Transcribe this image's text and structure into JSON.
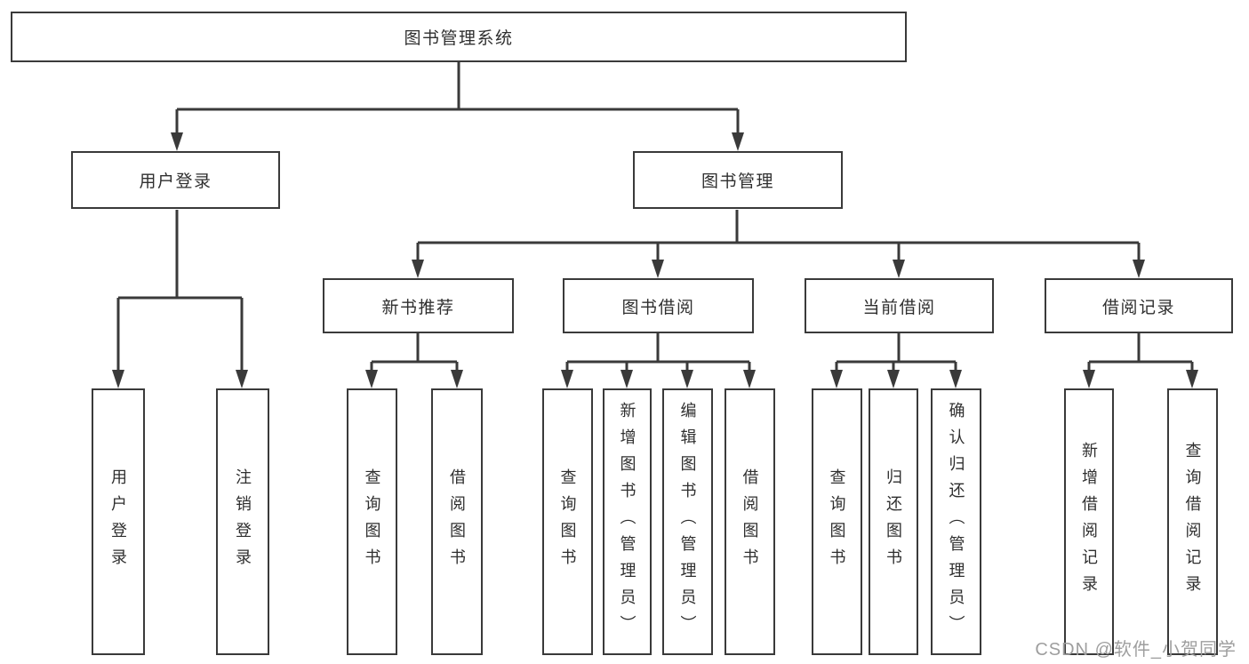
{
  "tree": {
    "label": "图书管理系统",
    "children": [
      {
        "label": "用户登录",
        "children": [
          {
            "label": "用户登录"
          },
          {
            "label": "注销登录"
          }
        ]
      },
      {
        "label": "图书管理",
        "children": [
          {
            "label": "新书推荐",
            "children": [
              {
                "label": "查询图书"
              },
              {
                "label": "借阅图书"
              }
            ]
          },
          {
            "label": "图书借阅",
            "children": [
              {
                "label": "查询图书"
              },
              {
                "label": "新增图书（管理员）"
              },
              {
                "label": "编辑图书（管理员）"
              },
              {
                "label": "借阅图书"
              }
            ]
          },
          {
            "label": "当前借阅",
            "children": [
              {
                "label": "查询图书"
              },
              {
                "label": "归还图书"
              },
              {
                "label": "确认归还（管理员）"
              }
            ]
          },
          {
            "label": "借阅记录",
            "children": [
              {
                "label": "新增借阅记录"
              },
              {
                "label": "查询借阅记录"
              }
            ]
          }
        ]
      }
    ]
  },
  "watermark": {
    "text": "CSDN @软件_小贺同学"
  },
  "colors": {
    "line": "#3a3a3a",
    "text": "#2f2f2f",
    "watermark": "#9e9e9e",
    "bg": "#ffffff"
  }
}
